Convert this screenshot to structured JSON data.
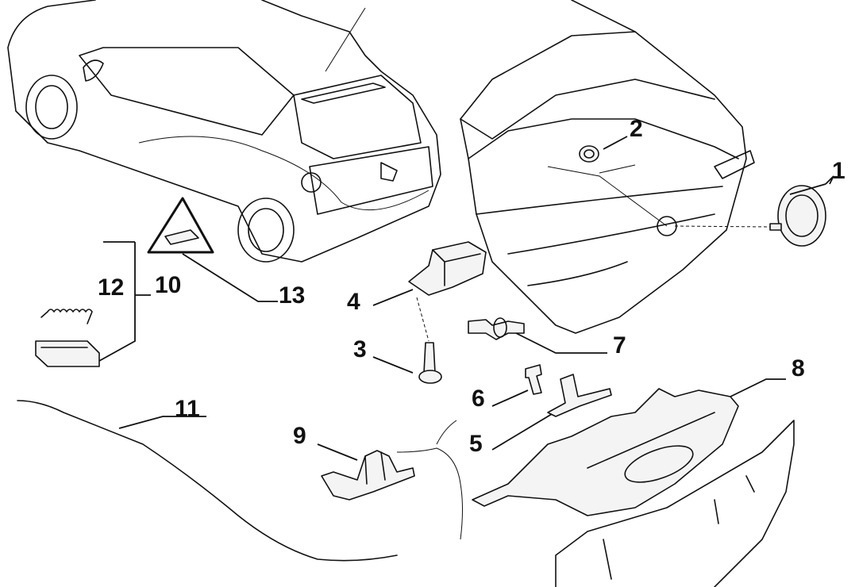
{
  "diagram": {
    "callouts": {
      "c1": "1",
      "c2": "2",
      "c3": "3",
      "c4": "4",
      "c5": "5",
      "c6": "6",
      "c7": "7",
      "c8": "8",
      "c9": "9",
      "c10": "10",
      "c11": "11",
      "c12": "12",
      "c13": "13"
    },
    "parts": [
      "car-overview",
      "tailgate",
      "badge",
      "plug",
      "screw",
      "lock-actuator",
      "bracket",
      "bolt",
      "bulb-holder",
      "trim-panel",
      "lock-latch",
      "release-handle",
      "cable",
      "spring",
      "warning-label"
    ]
  }
}
